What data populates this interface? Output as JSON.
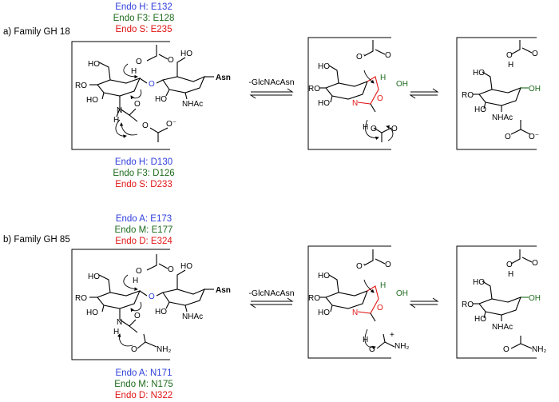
{
  "panel_a": {
    "title": "a) Family GH 18",
    "top_residues": [
      "Endo H: E132",
      "Endo F3: E128",
      "Endo S: E235"
    ],
    "bottom_residues": [
      "Endo H: D130",
      "Endo F3: D126",
      "Endo S: D233"
    ],
    "arrow_label": "-GlcNAcAsn"
  },
  "panel_b": {
    "title": "b) Family GH 85",
    "top_residues": [
      "Endo A: E173",
      "Endo M: E177",
      "Endo D: E324"
    ],
    "bottom_residues": [
      "Endo A: N171",
      "Endo M: N175",
      "Endo D: N322"
    ],
    "arrow_label": "-GlcNAcAsn"
  },
  "atoms": {
    "ho": "HO",
    "ro": "RO",
    "o": "O",
    "o_minus": "O⁻",
    "oh": "OH",
    "h": "H",
    "n": "N",
    "asn": "Asn",
    "nhac": "NHAc",
    "nh2": "NH₂",
    "plus": "+",
    "minus": "−"
  },
  "colors": {
    "blue": "#2d3ddb",
    "green": "#1d6b1d",
    "red": "#e01515"
  }
}
